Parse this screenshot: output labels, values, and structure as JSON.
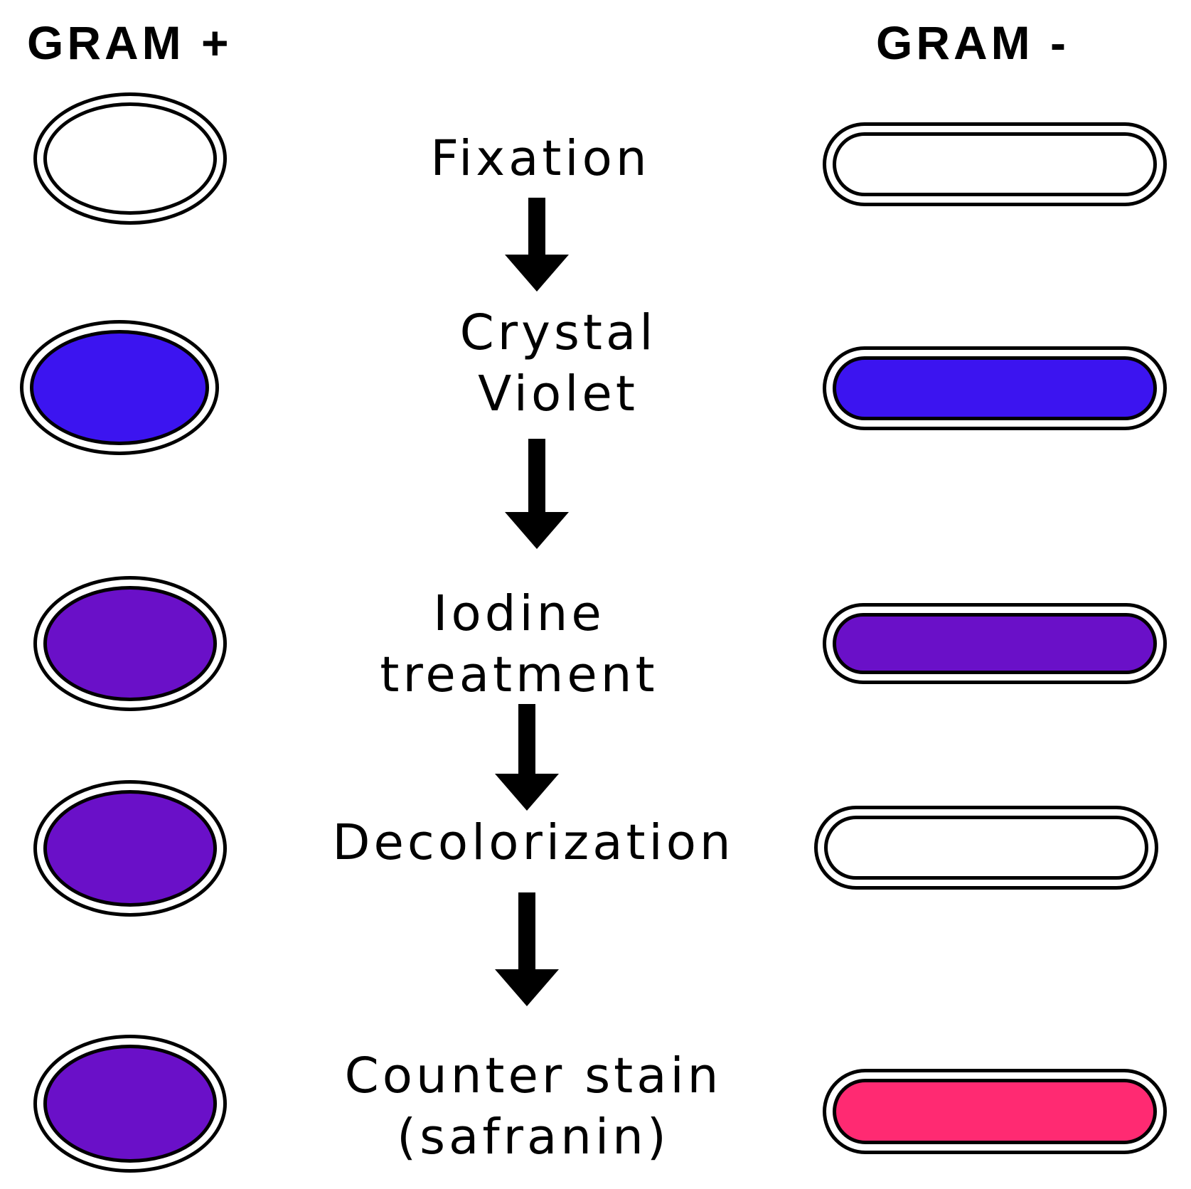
{
  "headers": {
    "gram_positive": "GRAM +",
    "gram_negative": "GRAM -"
  },
  "steps": [
    {
      "label": "Fixation",
      "gram_positive_color": "#ffffff",
      "gram_negative_color": "#ffffff"
    },
    {
      "label": "Crystal\nViolet",
      "gram_positive_color": "#3c14f0",
      "gram_negative_color": "#3c14f0"
    },
    {
      "label": "Iodine\ntreatment",
      "gram_positive_color": "#6a10c8",
      "gram_negative_color": "#6a10c8"
    },
    {
      "label": "Decolorization",
      "gram_positive_color": "#6a10c8",
      "gram_negative_color": "#ffffff"
    },
    {
      "label": "Counter stain\n(safranin)",
      "gram_positive_color": "#6a10c8",
      "gram_negative_color": "#ff2a72"
    }
  ]
}
